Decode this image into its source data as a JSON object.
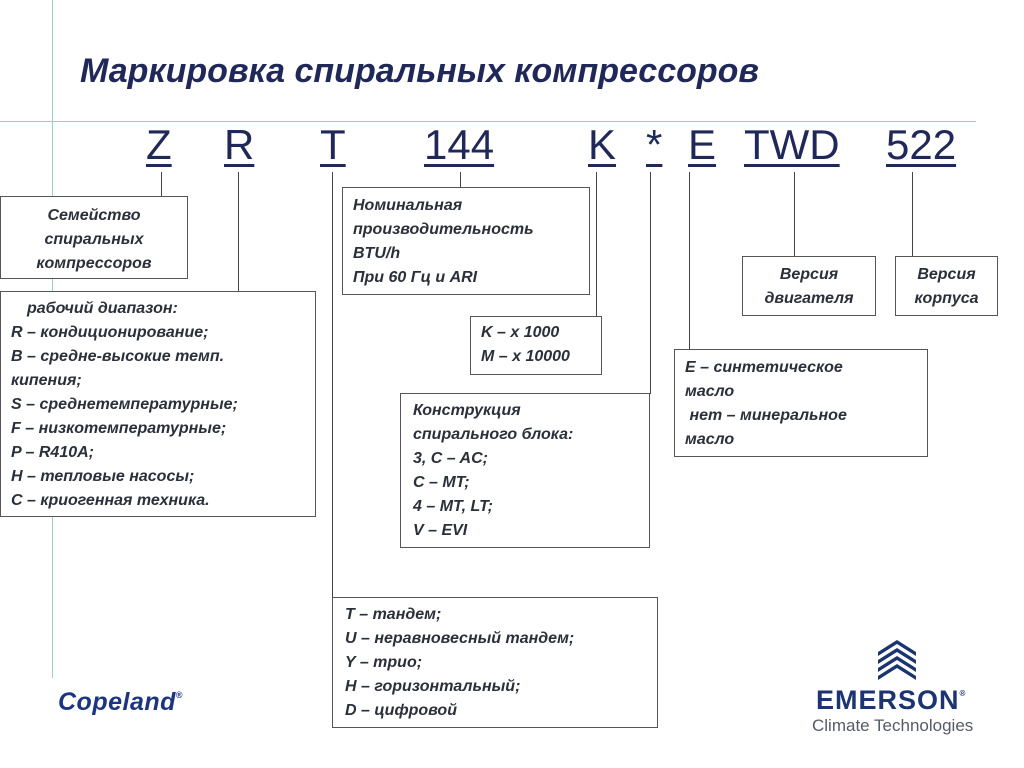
{
  "title": "Маркировка спиральных компрессоров",
  "code": {
    "z": "Z",
    "r": "R",
    "t": "T",
    "capacity": "144",
    "multiplier": "K",
    "scroll": "*",
    "oil": "E",
    "motor": "TWD",
    "body": "522"
  },
  "boxes": {
    "family": [
      "Семейство",
      "спиральных",
      "компрессоров"
    ],
    "range": [
      "рабочий диапазон:",
      "R – кондиционирование;",
      "B – средне-высокие темп.",
      "кипения;",
      "S – среднетемпературные;",
      "F – низкотемпературные;",
      "P – R410A;",
      "H – тепловые насосы;",
      "C – криогенная техника."
    ],
    "config": [
      "T – тандем;",
      "U – неравновесный тандем;",
      "Y – трио;",
      "H – горизонтальный;",
      "D – цифровой"
    ],
    "capacity": [
      "Номинальная",
      "производительность",
      "BTU/h",
      "При 60 Гц и ARI"
    ],
    "multiplier": [
      "K – x 1000",
      "M – x 10000"
    ],
    "scroll": [
      "Конструкция",
      "спирального блока:",
      "3, C – AC;",
      "C – MT;",
      "4 – MT, LT;",
      "V – EVI"
    ],
    "oil": [
      "E – синтетическое",
      "масло",
      " нет – минеральное",
      "масло"
    ],
    "motor": [
      "Версия",
      "двигателя"
    ],
    "body": [
      "Версия",
      "корпуса"
    ]
  },
  "logos": {
    "copeland": "Copeland",
    "copeland_mark": "®",
    "emerson": "EMERSON",
    "emerson_mark": "®",
    "emerson_tagline": "Climate Technologies"
  }
}
